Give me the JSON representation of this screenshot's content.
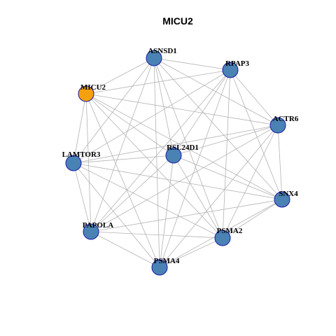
{
  "title": "MICU2",
  "colors": {
    "focus_node": "#f5a00f",
    "node": "#4a82b4",
    "node_border": "#1a1aa6",
    "edge": "#b3b3b3"
  },
  "nodes": [
    {
      "id": "ASNSD1",
      "label": "ASNSD1",
      "focus": false
    },
    {
      "id": "RPAP3",
      "label": "RPAP3",
      "focus": false
    },
    {
      "id": "MICU2",
      "label": "MICU2",
      "focus": true
    },
    {
      "id": "ACTR6",
      "label": "ACTR6",
      "focus": false
    },
    {
      "id": "RSL24D1",
      "label": "RSL24D1",
      "focus": false
    },
    {
      "id": "LAMTOR3",
      "label": "LAMTOR3",
      "focus": false
    },
    {
      "id": "SNX4",
      "label": "SNX4",
      "focus": false
    },
    {
      "id": "PAPOLA",
      "label": "PAPOLA",
      "focus": false
    },
    {
      "id": "PSMA2",
      "label": "PSMA2",
      "focus": false
    },
    {
      "id": "PSMA4",
      "label": "PSMA4",
      "focus": false
    }
  ],
  "edges": [
    [
      "ASNSD1",
      "RPAP3"
    ],
    [
      "ASNSD1",
      "MICU2"
    ],
    [
      "ASNSD1",
      "ACTR6"
    ],
    [
      "ASNSD1",
      "RSL24D1"
    ],
    [
      "ASNSD1",
      "LAMTOR3"
    ],
    [
      "ASNSD1",
      "SNX4"
    ],
    [
      "ASNSD1",
      "PAPOLA"
    ],
    [
      "ASNSD1",
      "PSMA2"
    ],
    [
      "ASNSD1",
      "PSMA4"
    ],
    [
      "RPAP3",
      "MICU2"
    ],
    [
      "RPAP3",
      "ACTR6"
    ],
    [
      "RPAP3",
      "RSL24D1"
    ],
    [
      "RPAP3",
      "LAMTOR3"
    ],
    [
      "RPAP3",
      "SNX4"
    ],
    [
      "RPAP3",
      "PAPOLA"
    ],
    [
      "RPAP3",
      "PSMA2"
    ],
    [
      "RPAP3",
      "PSMA4"
    ],
    [
      "MICU2",
      "ACTR6"
    ],
    [
      "MICU2",
      "RSL24D1"
    ],
    [
      "MICU2",
      "LAMTOR3"
    ],
    [
      "MICU2",
      "SNX4"
    ],
    [
      "MICU2",
      "PAPOLA"
    ],
    [
      "MICU2",
      "PSMA2"
    ],
    [
      "MICU2",
      "PSMA4"
    ],
    [
      "ACTR6",
      "RSL24D1"
    ],
    [
      "ACTR6",
      "LAMTOR3"
    ],
    [
      "ACTR6",
      "SNX4"
    ],
    [
      "ACTR6",
      "PAPOLA"
    ],
    [
      "ACTR6",
      "PSMA2"
    ],
    [
      "ACTR6",
      "PSMA4"
    ],
    [
      "RSL24D1",
      "LAMTOR3"
    ],
    [
      "RSL24D1",
      "SNX4"
    ],
    [
      "RSL24D1",
      "PAPOLA"
    ],
    [
      "RSL24D1",
      "PSMA2"
    ],
    [
      "RSL24D1",
      "PSMA4"
    ],
    [
      "LAMTOR3",
      "SNX4"
    ],
    [
      "LAMTOR3",
      "PAPOLA"
    ],
    [
      "LAMTOR3",
      "PSMA2"
    ],
    [
      "LAMTOR3",
      "PSMA4"
    ],
    [
      "SNX4",
      "PAPOLA"
    ],
    [
      "SNX4",
      "PSMA2"
    ],
    [
      "SNX4",
      "PSMA4"
    ],
    [
      "PAPOLA",
      "PSMA2"
    ],
    [
      "PAPOLA",
      "PSMA4"
    ],
    [
      "PSMA2",
      "PSMA4"
    ]
  ]
}
